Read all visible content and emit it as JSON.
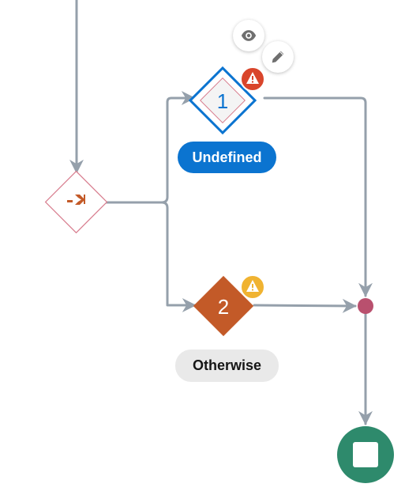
{
  "nodes": {
    "route_1": {
      "number": "1",
      "label": "Undefined",
      "warning": "error"
    },
    "route_2": {
      "number": "2",
      "label": "Otherwise",
      "warning": "warning"
    },
    "switch": {
      "icon": "switch-route-icon"
    },
    "merge": {
      "icon": "merge-dot"
    },
    "end": {
      "icon": "stop-icon"
    }
  },
  "actions": {
    "view_icon": "eye-icon",
    "edit_icon": "pencil-icon"
  },
  "colors": {
    "connector": "#95a0ab",
    "selected_border": "#0b74d0",
    "route_2_fill": "#c35a28",
    "error_badge": "#d9452b",
    "warning_badge": "#f0b331",
    "switch_border": "#d77b8c",
    "switch_icon": "#c35a28",
    "merge_dot": "#b9506e",
    "end_fill": "#2e8a6c",
    "undefined_pill": "#0b74d0",
    "otherwise_pill": "#e9e9e9"
  }
}
